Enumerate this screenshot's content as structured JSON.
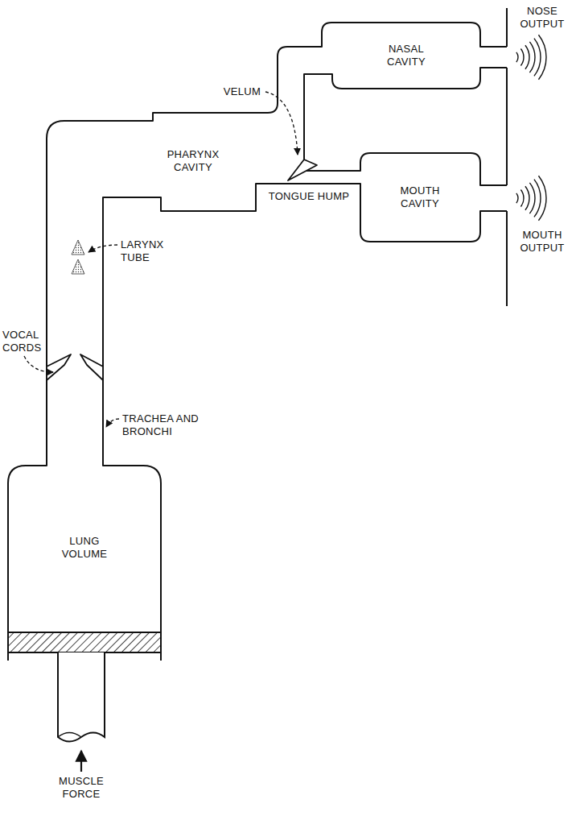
{
  "diagram": {
    "nodes": [
      {
        "text": [
          "NASAL CAVITY"
        ]
      },
      {
        "text": [
          "PHARYNX CAVITY"
        ]
      },
      {
        "text": [
          "MOUTH CAVITY"
        ]
      },
      {
        "text": [
          "LUNG VOLUME"
        ]
      }
    ],
    "labels": [
      "NOSE OUTPUT",
      "VELUM",
      "MOUTH OUTPUT",
      "TONGUE HUMP",
      "LARYNX TUBE",
      "VOCAL CORDS",
      "TRACHEA AND BRONCHI",
      "MUSCLE FORCE"
    ]
  }
}
